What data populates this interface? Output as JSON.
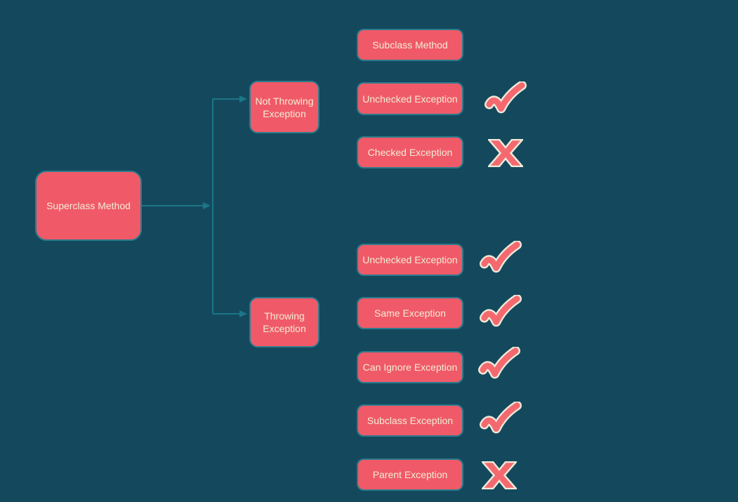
{
  "diagram": {
    "root": {
      "label": "Superclass Method"
    },
    "branches": [
      {
        "label": "Not Throwing Exception"
      },
      {
        "label": "Throwing Exception"
      }
    ],
    "header": {
      "label": "Subclass Method"
    },
    "not_throwing_outcomes": [
      {
        "label": "Unchecked Exception",
        "mark": "check"
      },
      {
        "label": "Checked Exception",
        "mark": "cross"
      }
    ],
    "throwing_outcomes": [
      {
        "label": "Unchecked Exception",
        "mark": "check"
      },
      {
        "label": "Same Exception",
        "mark": "check"
      },
      {
        "label": "Can Ignore Exception",
        "mark": "check"
      },
      {
        "label": "Subclass Exception",
        "mark": "check"
      },
      {
        "label": "Parent Exception",
        "mark": "cross"
      }
    ]
  },
  "colors": {
    "background": "#14495D",
    "node_fill": "#F05A68",
    "node_border": "#2E7A8C",
    "node_text": "#F2ECD4",
    "connector": "#1C7687",
    "mark_fill": "#F4696F",
    "mark_outline": "#EDE9DA"
  }
}
